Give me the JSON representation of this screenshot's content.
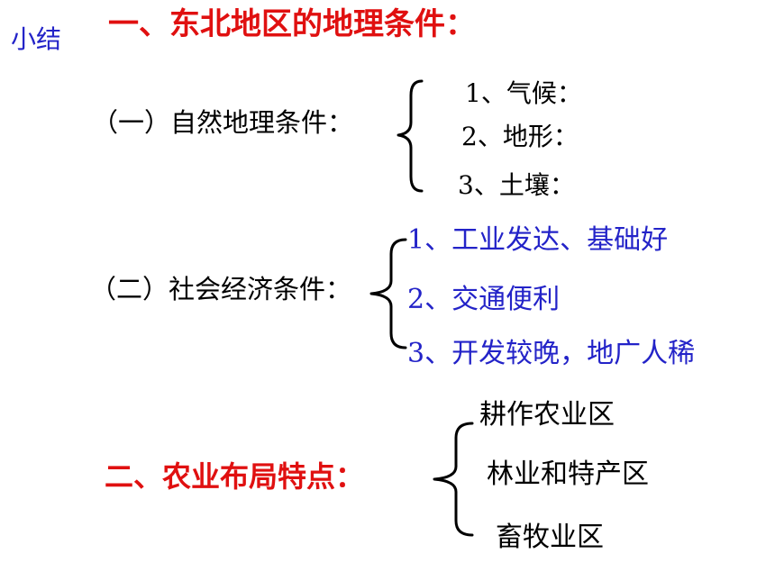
{
  "summary_label": "小结",
  "section1": {
    "title": "一、东北地区的地理条件：",
    "natural": {
      "label": "（一）自然地理条件：",
      "items": [
        "1、气候：",
        "2、地形：",
        "3、土壤："
      ]
    },
    "social": {
      "label": "（二）社会经济条件：",
      "items": [
        "1、工业发达、基础好",
        "2、交通便利",
        "3、开发较晚，地广人稀"
      ]
    }
  },
  "section2": {
    "title": "二、农业布局特点：",
    "items": [
      "耕作农业区",
      "林业和特产区",
      "畜牧业区"
    ]
  },
  "colors": {
    "blue_text": "#2323c8",
    "red_title": "#e01010"
  }
}
